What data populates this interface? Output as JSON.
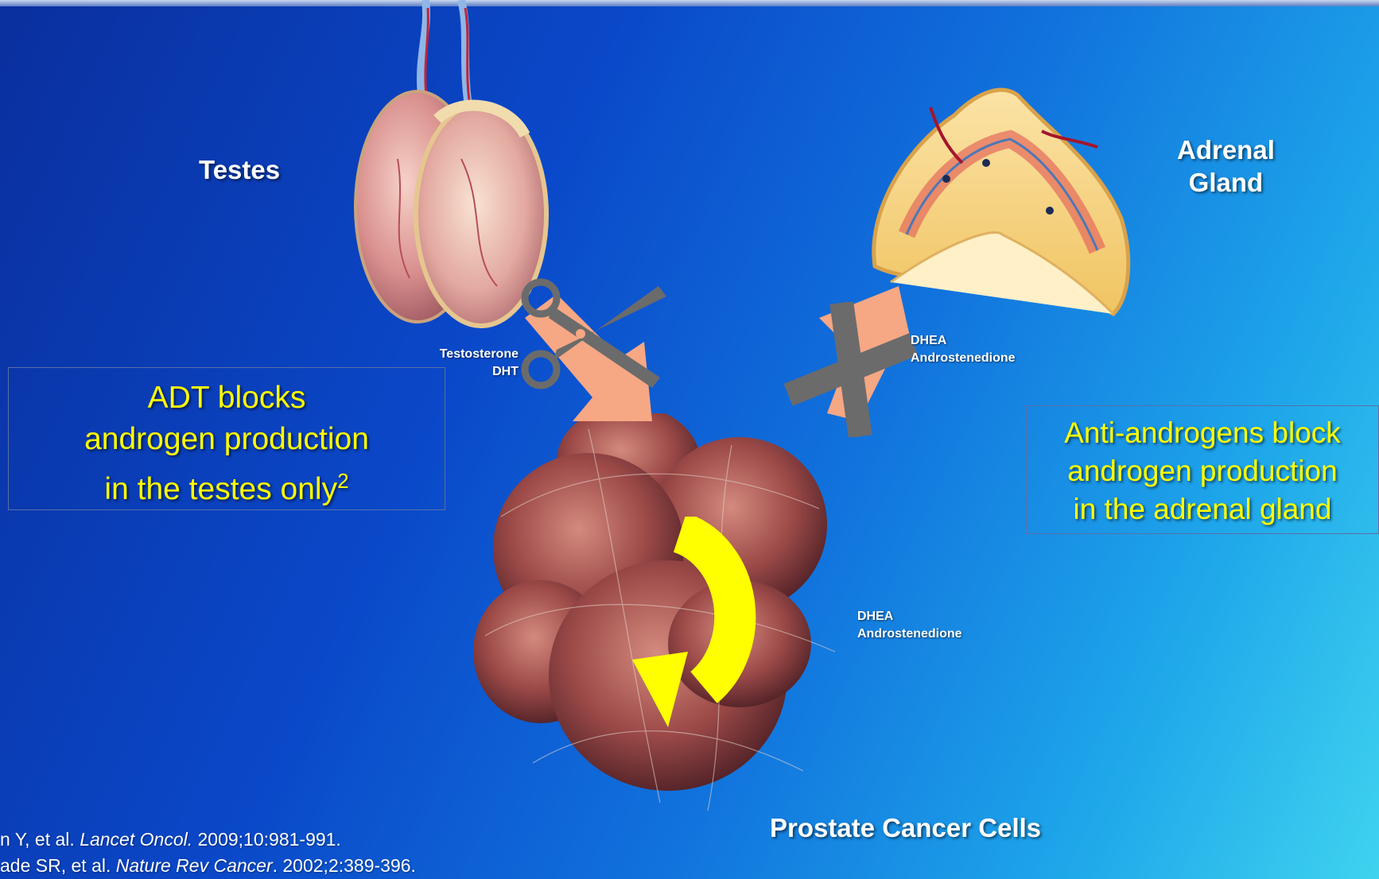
{
  "labels": {
    "testes": "Testes",
    "adrenal_line1": "Adrenal",
    "adrenal_line2": "Gland",
    "prostate": "Prostate Cancer Cells"
  },
  "hormones": {
    "testes_1": "Testosterone",
    "testes_2": "DHT",
    "adrenal_1": "DHEA",
    "adrenal_2": "Androstenedione",
    "cancer_1": "DHEA",
    "cancer_2": "Androstenedione"
  },
  "callouts": {
    "adt_line1": "ADT blocks",
    "adt_line2": "androgen production",
    "adt_line3": "in the testes only",
    "adt_superscript": "2",
    "anti_line1": "Anti-androgens block",
    "anti_line2": "androgen production",
    "anti_line3": "in the adrenal gland"
  },
  "references": {
    "ref1_author": "n Y, et al. ",
    "ref1_journal": "Lancet Oncol.",
    "ref1_detail": " 2009;10:981-991.",
    "ref2_author": "ade SR, et al. ",
    "ref2_journal": "Nature Rev Cancer",
    "ref2_detail": ". 2002;2:389-396."
  },
  "colors": {
    "callout_text": "#ffff00",
    "arrow_peach": "#f6a784",
    "block_grey": "#6b6b6b",
    "cycle_arrow": "#ffff00"
  },
  "icons": {
    "scissors": "scissors-icon",
    "block": "x-block-icon",
    "cycle": "curved-arrow-icon"
  }
}
